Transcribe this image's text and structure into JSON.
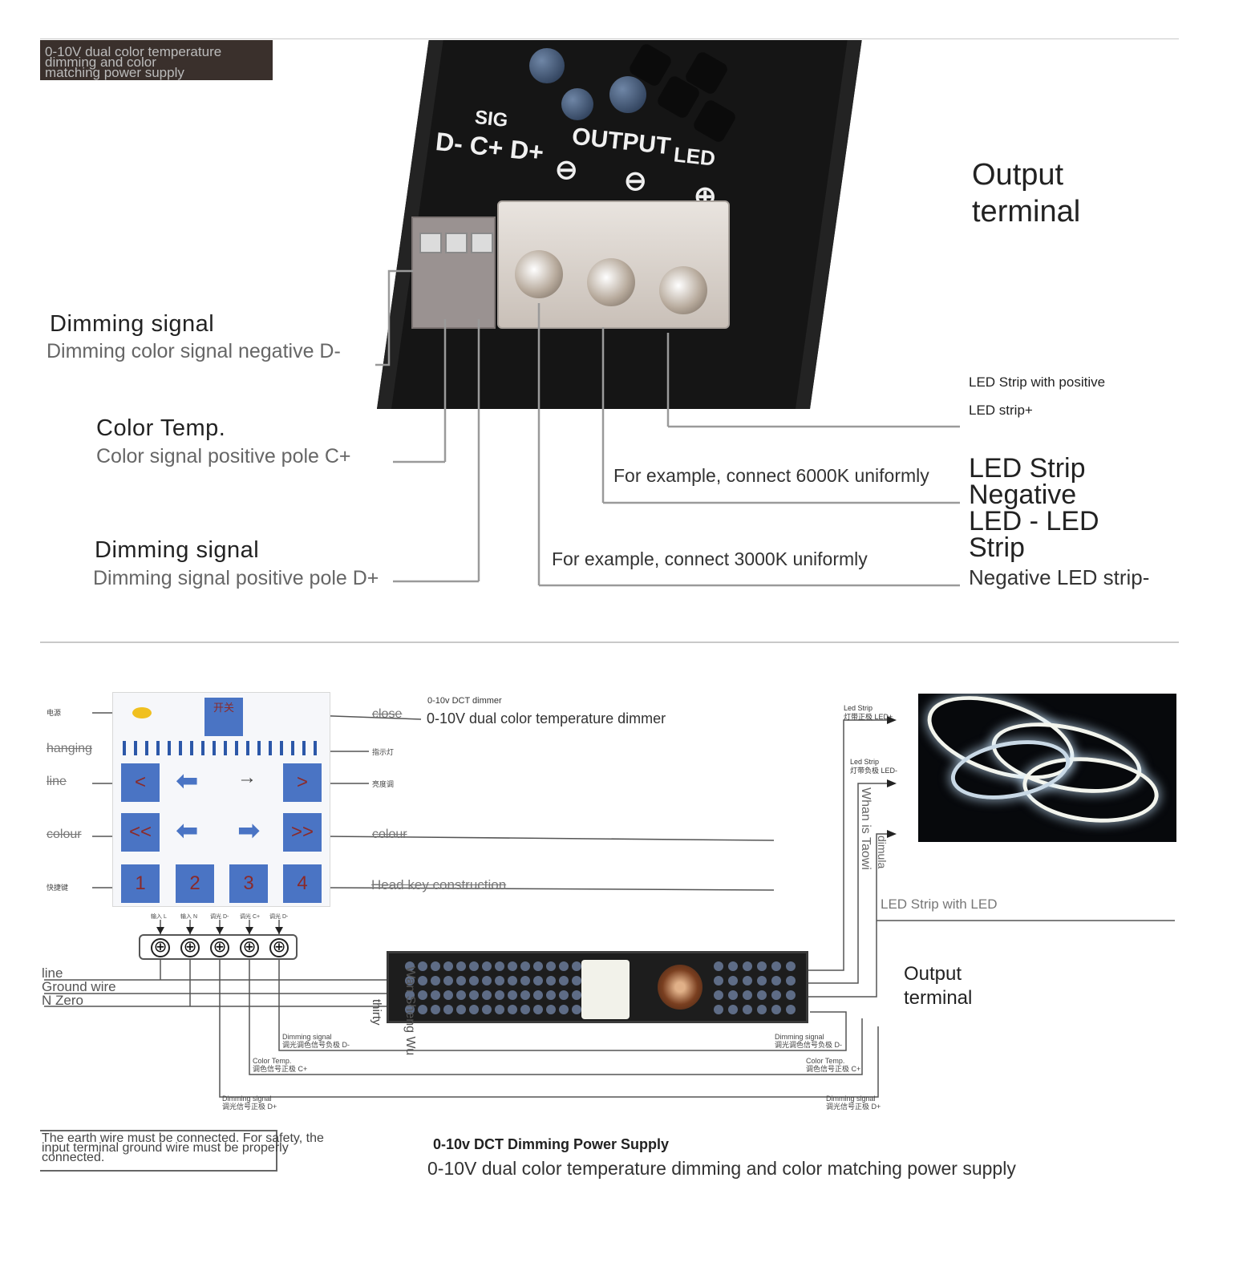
{
  "banner": {
    "line1": "0-10V dual color temperature dimming and color",
    "line2": "matching power supply"
  },
  "device": {
    "sig": "SIG",
    "pins": "D- C+ D+",
    "output": "OUTPUT",
    "led": "LED",
    "minus": "⊖",
    "plus": "⊕"
  },
  "top_labels": {
    "output_terminal": [
      "Output",
      "terminal"
    ],
    "dim_neg_title": "Dimming signal",
    "dim_neg_sub": "Dimming color signal negative D-",
    "color_title": "Color Temp.",
    "color_sub": "Color signal positive pole C+",
    "dim_pos_title": "Dimming signal",
    "dim_pos_sub": "Dimming signal positive pole D+",
    "led_pos_1": "LED Strip with positive",
    "led_pos_2": "LED strip+",
    "ex_6000": "For example, connect 6000K uniformly",
    "ex_3000": "For example, connect 3000K uniformly",
    "led_neg_1": "LED Strip",
    "led_neg_2": "Negative",
    "led_neg_3": "LED - LED",
    "led_neg_4": "Strip",
    "led_neg_5": "Negative LED strip-"
  },
  "remote": {
    "left_labels": [
      "电源",
      "hanging",
      "line",
      "colour",
      "快捷键"
    ],
    "right_labels_small": [
      "指示灯",
      "亮度调"
    ],
    "close": "close",
    "colour": "colour",
    "head_key": "Head key construction",
    "dimmer_small": "0-10v DCT dimmer",
    "dimmer_title": "0-10V dual color temperature dimmer",
    "keys": [
      "1",
      "2",
      "3",
      "4"
    ],
    "power_key": "开关",
    "left_arrow_key": "<",
    "right_arrow_key": ">",
    "double_left": "<<",
    "double_right": ">>",
    "arrow_l": "⬅",
    "arrow_r": "➡",
    "arrow_thin": "→"
  },
  "terminal_block": {
    "pin_labels": [
      "输入 L",
      "输入 N",
      "调光 D-",
      "调光 C+",
      "调光 D-"
    ],
    "screw": "⊕"
  },
  "wiring": {
    "line": "line",
    "ground": "Ground wire",
    "n_zero": "N Zero",
    "thirty": "thirty",
    "wan_sheng": "Wan Sheng Wu",
    "whan_taowi": "Whan is Taowi",
    "dim_vert": "dimula",
    "led_strip_pos": [
      "Led Strip",
      "灯带正极 LED+"
    ],
    "led_strip_neg": [
      "Led Strip",
      "灯带负极 LED-"
    ],
    "led_strip_with_led": "LED Strip with LED",
    "output_terminal": [
      "Output",
      "terminal"
    ],
    "bottom_left": [
      [
        "Dimming signal",
        "调光调色信号负极 D-"
      ],
      [
        "Color Temp.",
        "调色信号正极 C+"
      ],
      [
        "Dimming signal",
        "调光信号正极 D+"
      ]
    ],
    "bottom_right": [
      [
        "Dimming signal",
        "调光调色信号负极 D-"
      ],
      [
        "Color Temp.",
        "调色信号正极 C+"
      ],
      [
        "Dimming signal",
        "调光信号正极 D+"
      ]
    ]
  },
  "footer": {
    "note_1": "The earth wire must be connected. For safety, the",
    "note_2": "input terminal ground wire must be properly",
    "note_3": "connected.",
    "psu_small": "0-10v DCT Dimming Power Supply",
    "psu_title": "0-10V dual color temperature dimming and color matching power supply"
  },
  "colors": {
    "wire": "#8c8c8c",
    "key_blue": "#4a74c4",
    "dark": "#151515"
  }
}
